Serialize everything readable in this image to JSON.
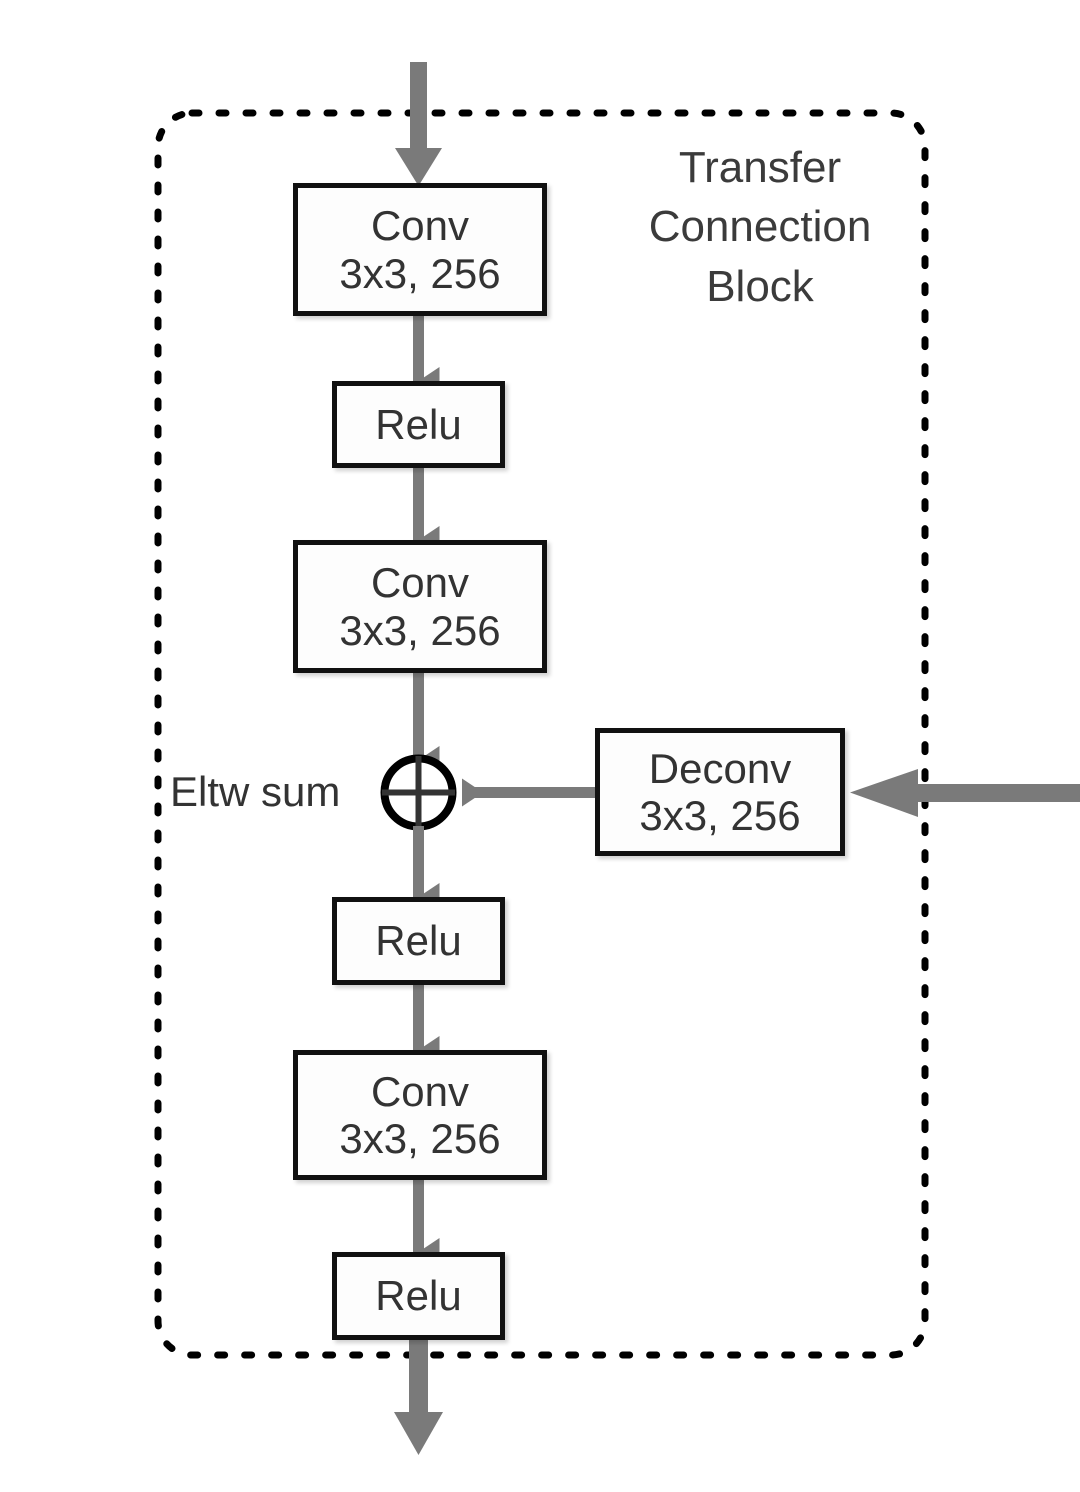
{
  "figure": {
    "title": "Transfer Connection Block",
    "title_lines": [
      "Transfer",
      "Connection",
      "Block"
    ],
    "eltw_label": "Eltw sum",
    "colors": {
      "box_border": "#111111",
      "box_fill": "#fdfdfd",
      "arrow": "#7a7a7a",
      "text": "#333333",
      "dashed_border": "#000000",
      "background": "#ffffff"
    }
  },
  "nodes": [
    {
      "id": "conv1",
      "line1": "Conv",
      "line2": "3x3, 256"
    },
    {
      "id": "relu1",
      "line1": "Relu",
      "line2": ""
    },
    {
      "id": "conv2",
      "line1": "Conv",
      "line2": "3x3, 256"
    },
    {
      "id": "deconv",
      "line1": "Deconv",
      "line2": "3x3, 256"
    },
    {
      "id": "relu2",
      "line1": "Relu",
      "line2": ""
    },
    {
      "id": "conv3",
      "line1": "Conv",
      "line2": "3x3, 256"
    },
    {
      "id": "relu3",
      "line1": "Relu",
      "line2": ""
    }
  ],
  "operators": [
    {
      "id": "eltw-sum",
      "symbol": "plus-in-circle",
      "label": "Eltw sum"
    }
  ],
  "edges": [
    {
      "from": "external-input-top",
      "to": "conv1",
      "direction": "down",
      "weight": "thick"
    },
    {
      "from": "conv1",
      "to": "relu1",
      "direction": "down",
      "weight": "thin"
    },
    {
      "from": "relu1",
      "to": "conv2",
      "direction": "down",
      "weight": "thin"
    },
    {
      "from": "conv2",
      "to": "eltw-sum",
      "direction": "down",
      "weight": "thin"
    },
    {
      "from": "external-input-right",
      "to": "deconv",
      "direction": "left",
      "weight": "thick"
    },
    {
      "from": "deconv",
      "to": "eltw-sum",
      "direction": "left",
      "weight": "thin"
    },
    {
      "from": "eltw-sum",
      "to": "relu2",
      "direction": "down",
      "weight": "thin"
    },
    {
      "from": "relu2",
      "to": "conv3",
      "direction": "down",
      "weight": "thin"
    },
    {
      "from": "conv3",
      "to": "relu3",
      "direction": "down",
      "weight": "thin"
    },
    {
      "from": "relu3",
      "to": "external-output-bottom",
      "direction": "down",
      "weight": "thick"
    }
  ]
}
